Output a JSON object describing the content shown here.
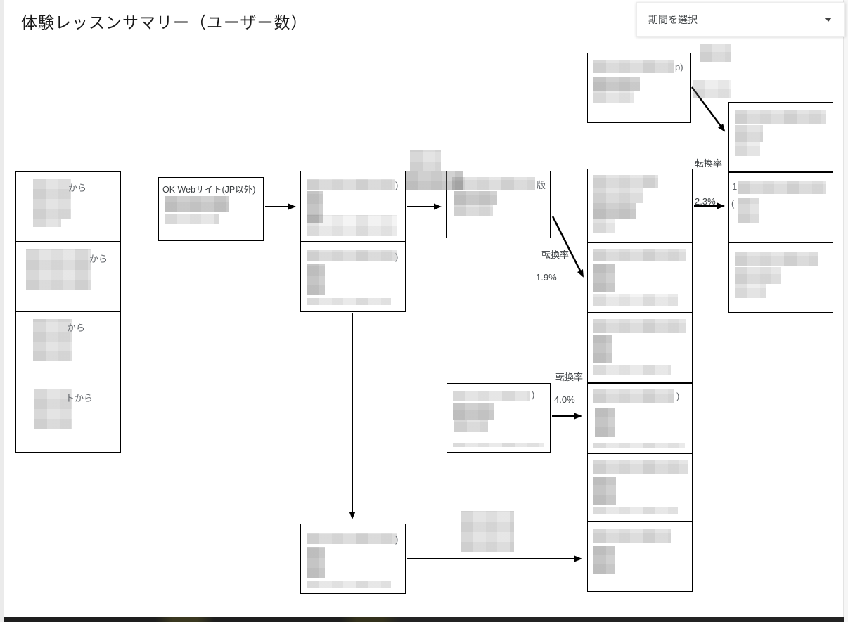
{
  "page": {
    "title": "体験レッスンサマリー（ユーザー数）"
  },
  "period_selector": {
    "label": "期間を選択",
    "icon": "caret-down"
  },
  "conversions": {
    "top": {
      "label": "転換率",
      "value": "2.3%"
    },
    "mid": {
      "label": "転換率",
      "value": "1.9%"
    },
    "low": {
      "label": "転換率",
      "value": "4.0%"
    }
  },
  "nodes": {
    "source1": {
      "fragment": "から"
    },
    "source2": {
      "fragment": "から"
    },
    "source3": {
      "fragment": "から"
    },
    "source4": {
      "fragment": "トから"
    },
    "ok_web": {
      "title": "OK Webサイト(JP以外)"
    },
    "mid1": {
      "fragment": ")"
    },
    "mid2": {
      "fragment": ")"
    },
    "mid_bottom": {
      "fragment": ")"
    },
    "version": {
      "fragment": "版"
    },
    "top_node": {
      "fragment": "p)"
    },
    "form": {
      "fragment": ")"
    },
    "right4": {
      "fragment": ")"
    },
    "far2_a": {
      "fragment": "1"
    },
    "far2_b": {
      "fragment": "("
    }
  },
  "colors": {
    "node_border": "#000000",
    "arrow": "#000000",
    "title_text": "#1a1a1a",
    "fragment_text": "#5f6368",
    "redacted_gray": "#d9d9d9",
    "bottom_strip": "#1e1e1e"
  }
}
